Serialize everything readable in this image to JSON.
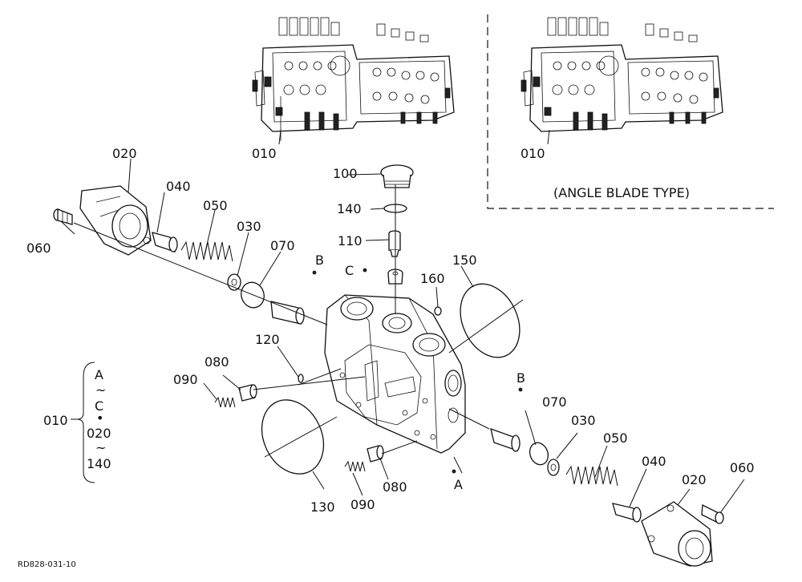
{
  "labels": {
    "p010_top_left": "010",
    "p010_top_right": "010",
    "angle_blade": "(ANGLE BLADE TYPE)",
    "p020_left": "020",
    "p040_left": "040",
    "p050_left": "050",
    "p030_left": "030",
    "p060_left": "060",
    "p070_left": "070",
    "b_left": "B",
    "p100": "100",
    "p140_top": "140",
    "p110": "110",
    "c_label": "C",
    "p160": "160",
    "p150": "150",
    "p120": "120",
    "p080_left": "080",
    "p090_left": "090",
    "b_right": "B",
    "p070_right": "070",
    "p030_right": "030",
    "p050_right": "050",
    "p040_right": "040",
    "p020_right": "020",
    "p060_right": "060",
    "p130": "130",
    "p090_bottom": "090",
    "p080_bottom": "080",
    "a_label": "A",
    "legend_010": "010",
    "legend_a": "A",
    "legend_tilde1": "~",
    "legend_c": "C",
    "legend_dot": "•",
    "legend_020": "020",
    "legend_tilde2": "~",
    "legend_140": "140",
    "ref_code": "RD828-031-10"
  }
}
